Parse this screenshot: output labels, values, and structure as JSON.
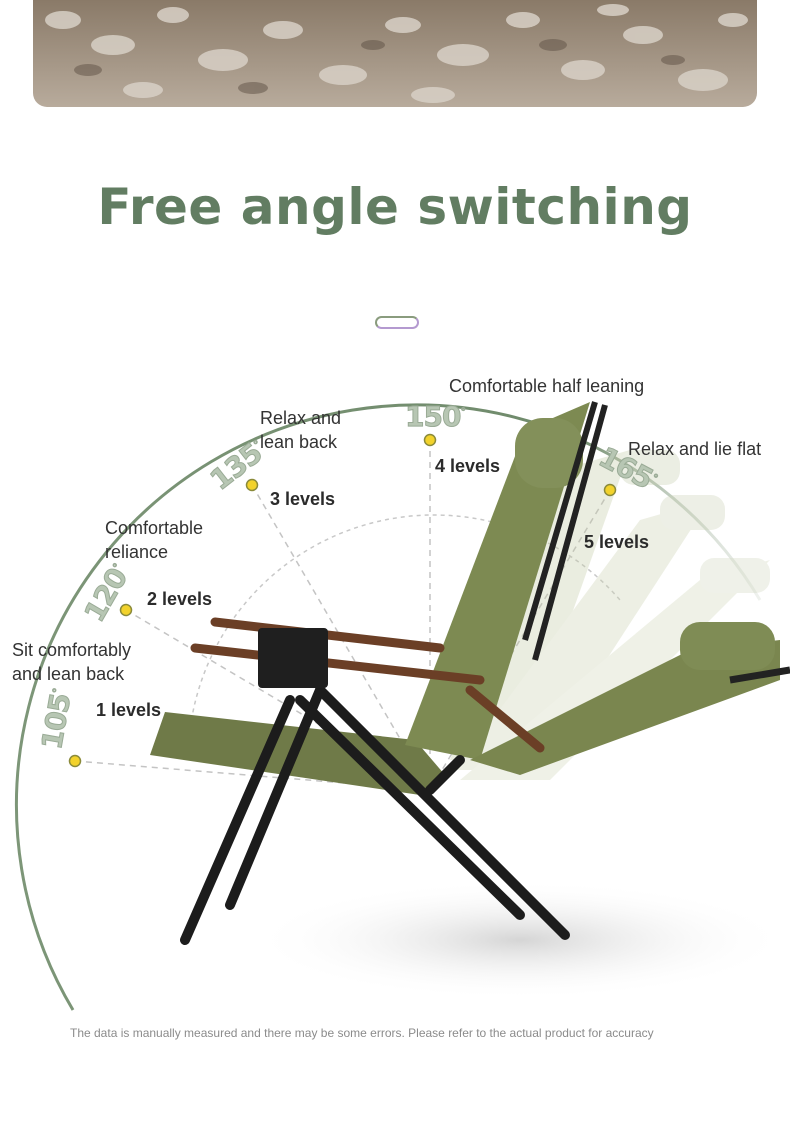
{
  "hero": {
    "image": "pebble-ground-photo"
  },
  "title": "Free angle switching",
  "colors": {
    "title": "#627d62",
    "pill_start": "#8a9c7e",
    "pill_end": "#b49ad0",
    "arc": "#6f8a6b",
    "dot": "#f2d22c"
  },
  "angles": [
    {
      "degree": "105",
      "level": "1 levels",
      "label": "Sit comfortably\nand lean back"
    },
    {
      "degree": "120",
      "level": "2 levels",
      "label": "Comfortable\nreliance"
    },
    {
      "degree": "135",
      "level": "3 levels",
      "label": "Relax and\nlean back"
    },
    {
      "degree": "150",
      "level": "4 levels",
      "label": "Comfortable half leaning"
    },
    {
      "degree": "165",
      "level": "5 levels",
      "label": "Relax and lie flat"
    }
  ],
  "degree_symbol": "°",
  "product": {
    "image": "olive-recliner-chair"
  },
  "disclaimer": "The data is manually measured and there may be some errors. Please refer to the actual product for accuracy"
}
